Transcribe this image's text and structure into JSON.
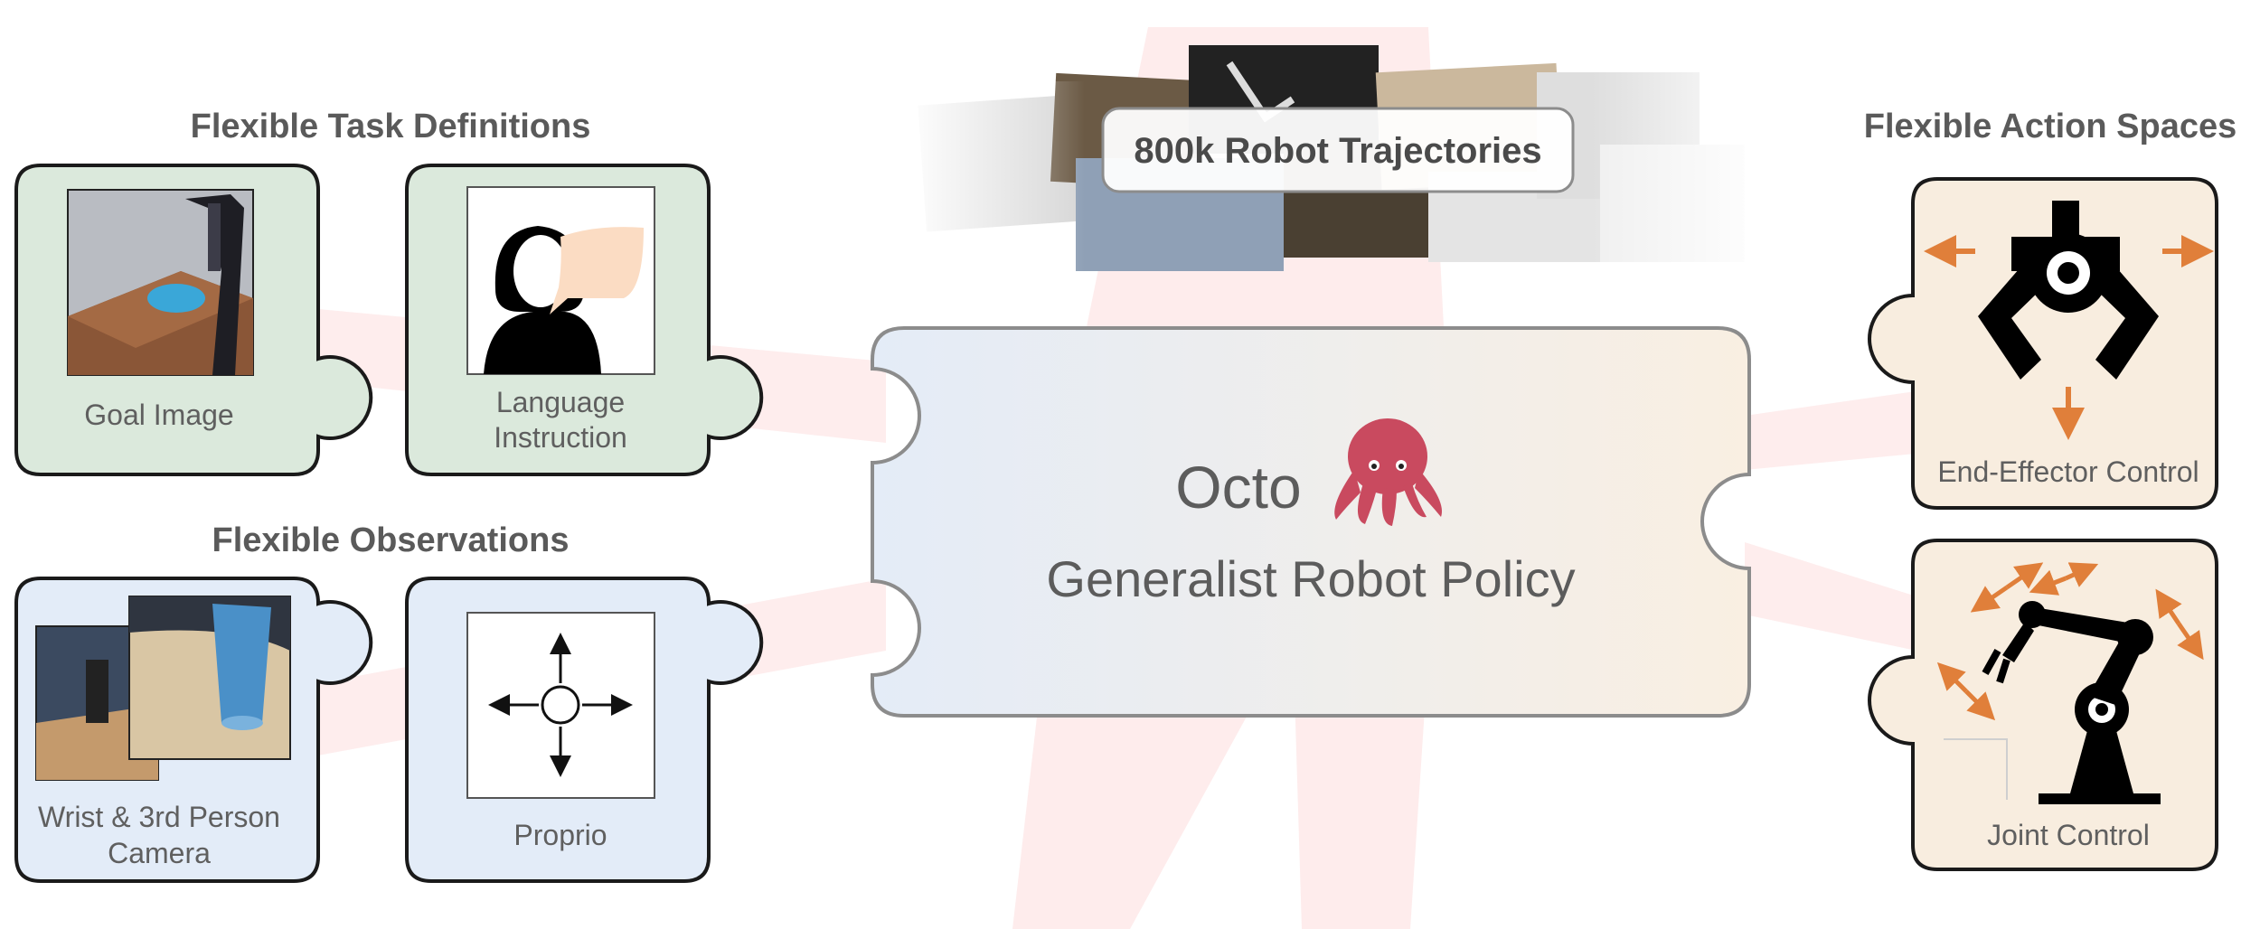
{
  "groups": {
    "task_title": "Flexible Task Definitions",
    "obs_title": "Flexible Observations",
    "action_title": "Flexible Action Spaces"
  },
  "inputs": {
    "goal_image": "Goal Image",
    "language_line1": "Language",
    "language_line2": "Instruction",
    "wrist_line1": "Wrist & 3rd Person",
    "wrist_line2": "Camera",
    "proprio": "Proprio"
  },
  "outputs": {
    "end_effector": "End-Effector Control",
    "joint": "Joint Control"
  },
  "center": {
    "name": "Octo",
    "subtitle": "Generalist Robot Policy"
  },
  "data_banner": "800k Robot Trajectories",
  "colors": {
    "task_fill": "#dbe9dc",
    "obs_fill": "#e3ecf8",
    "action_fill": "#f8eddf",
    "arrow_orange": "#e07f3a",
    "octopus": "#c94a5f",
    "background_robot": "#fbe3e3"
  }
}
